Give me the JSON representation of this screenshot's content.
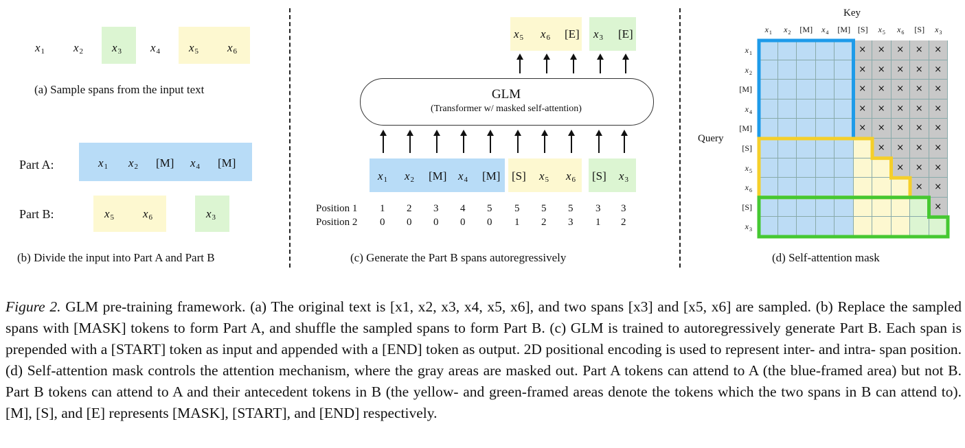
{
  "panel_a": {
    "tokens": [
      {
        "base": "x",
        "sub": "1"
      },
      {
        "base": "x",
        "sub": "2"
      },
      {
        "base": "x",
        "sub": "3"
      },
      {
        "base": "x",
        "sub": "4"
      },
      {
        "base": "x",
        "sub": "5"
      },
      {
        "base": "x",
        "sub": "6"
      }
    ],
    "caption": "(a)  Sample spans from the input text"
  },
  "panel_b": {
    "part_a_label": "Part A:",
    "part_b_label": "Part B:",
    "part_a_tokens": [
      "x1",
      "x2",
      "[M]",
      "x4",
      "[M]"
    ],
    "part_b_tokens": [
      "x5",
      "x6",
      "x3"
    ],
    "caption": "(b)  Divide the input into Part A and Part B"
  },
  "panel_c": {
    "outputs": [
      "x5",
      "x6",
      "[E]",
      "x3",
      "[E]"
    ],
    "glm_title": "GLM",
    "glm_subtitle": "(Transformer w/ masked self-attention)",
    "inputs": [
      "x1",
      "x2",
      "[M]",
      "x4",
      "[M]",
      "[S]",
      "x5",
      "x6",
      "[S]",
      "x3"
    ],
    "position1_label": "Position 1",
    "position2_label": "Position 2",
    "position1": [
      "1",
      "2",
      "3",
      "4",
      "5",
      "5",
      "5",
      "5",
      "3",
      "3"
    ],
    "position2": [
      "0",
      "0",
      "0",
      "0",
      "0",
      "1",
      "2",
      "3",
      "1",
      "2"
    ],
    "caption": "(c)  Generate the Part B spans autoregressively"
  },
  "panel_d": {
    "key_label": "Key",
    "query_label": "Query",
    "keys": [
      "x1",
      "x2",
      "[M]",
      "x4",
      "[M]",
      "[S]",
      "x5",
      "x6",
      "[S]",
      "x3"
    ],
    "queries": [
      "x1",
      "x2",
      "[M]",
      "x4",
      "[M]",
      "[S]",
      "x5",
      "x6",
      "[S]",
      "x3"
    ],
    "mask_symbol": "×",
    "colors": {
      "blue": "#bcdcf5",
      "yellow": "#fdf8d0",
      "green": "#dcf5d2",
      "gray": "#c8c8c8",
      "blue_frame": "#1e9be9",
      "yellow_frame": "#f5cf2a",
      "green_frame": "#46c832"
    },
    "caption": "(d)  Self-attention mask"
  },
  "figure_caption": {
    "label": "Figure 2.",
    "text": "GLM pre-training framework. (a) The original text is [x1, x2, x3, x4, x5, x6], and two spans [x3] and [x5, x6] are sampled. (b) Replace the sampled spans with [MASK] tokens to form Part A, and shuffle the sampled spans to form Part B. (c) GLM is trained to autoregressively generate Part B. Each span is prepended with a [START] token as input and appended with a [END] token as output. 2D positional encoding is used to represent inter- and intra- span position. (d) Self-attention mask controls the attention mechanism, where the gray areas are masked out. Part A tokens can attend to A (the blue-framed area) but not B. Part B tokens can attend to A and their antecedent tokens in B (the yellow- and green-framed areas denote the tokens which the two spans in B can attend to). [M], [S], and [E] represents [MASK], [START], and [END] respectively."
  }
}
